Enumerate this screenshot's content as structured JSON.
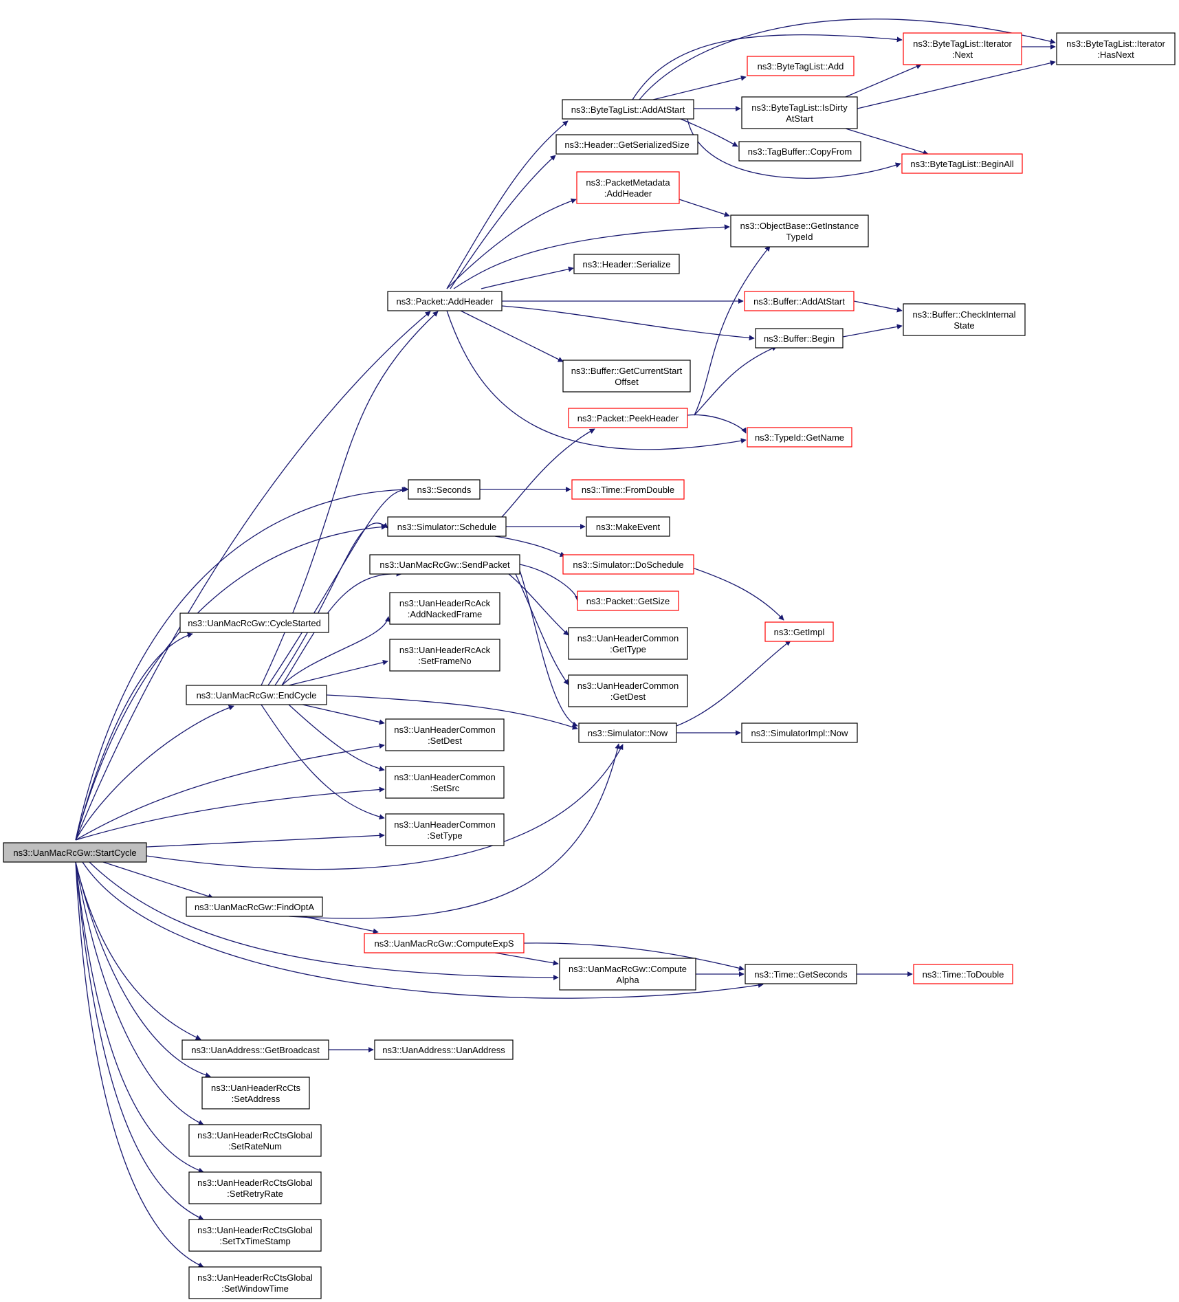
{
  "colors": {
    "edge": "#191970",
    "root_fill": "#bfbfbf",
    "node_border": "#000000",
    "red_border": "#ff0000"
  },
  "nodes": [
    {
      "id": "root",
      "lines": [
        "ns3::UanMacRcGw::StartCycle"
      ],
      "style": "root"
    },
    {
      "id": "addheader",
      "lines": [
        "ns3::Packet::AddHeader"
      ],
      "style": "black"
    },
    {
      "id": "seconds",
      "lines": [
        "ns3::Seconds"
      ],
      "style": "black"
    },
    {
      "id": "schedule",
      "lines": [
        "ns3::Simulator::Schedule"
      ],
      "style": "black"
    },
    {
      "id": "sendpacket",
      "lines": [
        "ns3::UanMacRcGw::SendPacket"
      ],
      "style": "black"
    },
    {
      "id": "cyclestarted",
      "lines": [
        "ns3::UanMacRcGw::CycleStarted"
      ],
      "style": "black"
    },
    {
      "id": "endcycle",
      "lines": [
        "ns3::UanMacRcGw::EndCycle"
      ],
      "style": "black"
    },
    {
      "id": "addnacked",
      "lines": [
        "ns3::UanHeaderRcAck",
        ":AddNackedFrame"
      ],
      "style": "black"
    },
    {
      "id": "setframeno",
      "lines": [
        "ns3::UanHeaderRcAck",
        ":SetFrameNo"
      ],
      "style": "black"
    },
    {
      "id": "setdest",
      "lines": [
        "ns3::UanHeaderCommon",
        ":SetDest"
      ],
      "style": "black"
    },
    {
      "id": "setsrc",
      "lines": [
        "ns3::UanHeaderCommon",
        ":SetSrc"
      ],
      "style": "black"
    },
    {
      "id": "settype",
      "lines": [
        "ns3::UanHeaderCommon",
        ":SetType"
      ],
      "style": "black"
    },
    {
      "id": "findopta",
      "lines": [
        "ns3::UanMacRcGw::FindOptA"
      ],
      "style": "black"
    },
    {
      "id": "computeexps",
      "lines": [
        "ns3::UanMacRcGw::ComputeExpS"
      ],
      "style": "red"
    },
    {
      "id": "computealpha",
      "lines": [
        "ns3::UanMacRcGw::Compute",
        "Alpha"
      ],
      "style": "black"
    },
    {
      "id": "getbroadcast",
      "lines": [
        "ns3::UanAddress::GetBroadcast"
      ],
      "style": "black"
    },
    {
      "id": "uanaddress",
      "lines": [
        "ns3::UanAddress::UanAddress"
      ],
      "style": "black"
    },
    {
      "id": "setaddress",
      "lines": [
        "ns3::UanHeaderRcCts",
        ":SetAddress"
      ],
      "style": "black"
    },
    {
      "id": "setratenum",
      "lines": [
        "ns3::UanHeaderRcCtsGlobal",
        ":SetRateNum"
      ],
      "style": "black"
    },
    {
      "id": "setretryrate",
      "lines": [
        "ns3::UanHeaderRcCtsGlobal",
        ":SetRetryRate"
      ],
      "style": "black"
    },
    {
      "id": "settxtime",
      "lines": [
        "ns3::UanHeaderRcCtsGlobal",
        ":SetTxTimeStamp"
      ],
      "style": "black"
    },
    {
      "id": "setwindow",
      "lines": [
        "ns3::UanHeaderRcCtsGlobal",
        ":SetWindowTime"
      ],
      "style": "black"
    },
    {
      "id": "addatstart",
      "lines": [
        "ns3::ByteTagList::AddAtStart"
      ],
      "style": "black"
    },
    {
      "id": "getsersize",
      "lines": [
        "ns3::Header::GetSerializedSize"
      ],
      "style": "black"
    },
    {
      "id": "pmaddheader",
      "lines": [
        "ns3::PacketMetadata",
        ":AddHeader"
      ],
      "style": "red"
    },
    {
      "id": "hserialize",
      "lines": [
        "ns3::Header::Serialize"
      ],
      "style": "black"
    },
    {
      "id": "getcurstart",
      "lines": [
        "ns3::Buffer::GetCurrentStart",
        "Offset"
      ],
      "style": "black"
    },
    {
      "id": "peekheader",
      "lines": [
        "ns3::Packet::PeekHeader"
      ],
      "style": "red"
    },
    {
      "id": "fromdouble",
      "lines": [
        "ns3::Time::FromDouble"
      ],
      "style": "red"
    },
    {
      "id": "makeevent",
      "lines": [
        "ns3::MakeEvent"
      ],
      "style": "black"
    },
    {
      "id": "doschedule",
      "lines": [
        "ns3::Simulator::DoSchedule"
      ],
      "style": "red"
    },
    {
      "id": "getsize",
      "lines": [
        "ns3::Packet::GetSize"
      ],
      "style": "red"
    },
    {
      "id": "hcgettype",
      "lines": [
        "ns3::UanHeaderCommon",
        ":GetType"
      ],
      "style": "black"
    },
    {
      "id": "hcgetdest",
      "lines": [
        "ns3::UanHeaderCommon",
        ":GetDest"
      ],
      "style": "black"
    },
    {
      "id": "now",
      "lines": [
        "ns3::Simulator::Now"
      ],
      "style": "black"
    },
    {
      "id": "getseconds",
      "lines": [
        "ns3::Time::GetSeconds"
      ],
      "style": "black"
    },
    {
      "id": "iternext",
      "lines": [
        "ns3::ByteTagList::Iterator",
        ":Next"
      ],
      "style": "red"
    },
    {
      "id": "btladd",
      "lines": [
        "ns3::ByteTagList::Add"
      ],
      "style": "red"
    },
    {
      "id": "isdirty",
      "lines": [
        "ns3::ByteTagList::IsDirty",
        "AtStart"
      ],
      "style": "black"
    },
    {
      "id": "copyfrom",
      "lines": [
        "ns3::TagBuffer::CopyFrom"
      ],
      "style": "black"
    },
    {
      "id": "beginall",
      "lines": [
        "ns3::ByteTagList::BeginAll"
      ],
      "style": "red"
    },
    {
      "id": "getinstance",
      "lines": [
        "ns3::ObjectBase::GetInstance",
        "TypeId"
      ],
      "style": "black"
    },
    {
      "id": "bufaddatstart",
      "lines": [
        "ns3::Buffer::AddAtStart"
      ],
      "style": "red"
    },
    {
      "id": "bufbegin",
      "lines": [
        "ns3::Buffer::Begin"
      ],
      "style": "black"
    },
    {
      "id": "getname",
      "lines": [
        "ns3::TypeId::GetName"
      ],
      "style": "red"
    },
    {
      "id": "getimpl",
      "lines": [
        "ns3::GetImpl"
      ],
      "style": "red"
    },
    {
      "id": "simimplnow",
      "lines": [
        "ns3::SimulatorImpl::Now"
      ],
      "style": "black"
    },
    {
      "id": "todouble",
      "lines": [
        "ns3::Time::ToDouble"
      ],
      "style": "red"
    },
    {
      "id": "hasnext",
      "lines": [
        "ns3::ByteTagList::Iterator",
        ":HasNext"
      ],
      "style": "black"
    },
    {
      "id": "checkinternal",
      "lines": [
        "ns3::Buffer::CheckInternal",
        "State"
      ],
      "style": "black"
    }
  ]
}
